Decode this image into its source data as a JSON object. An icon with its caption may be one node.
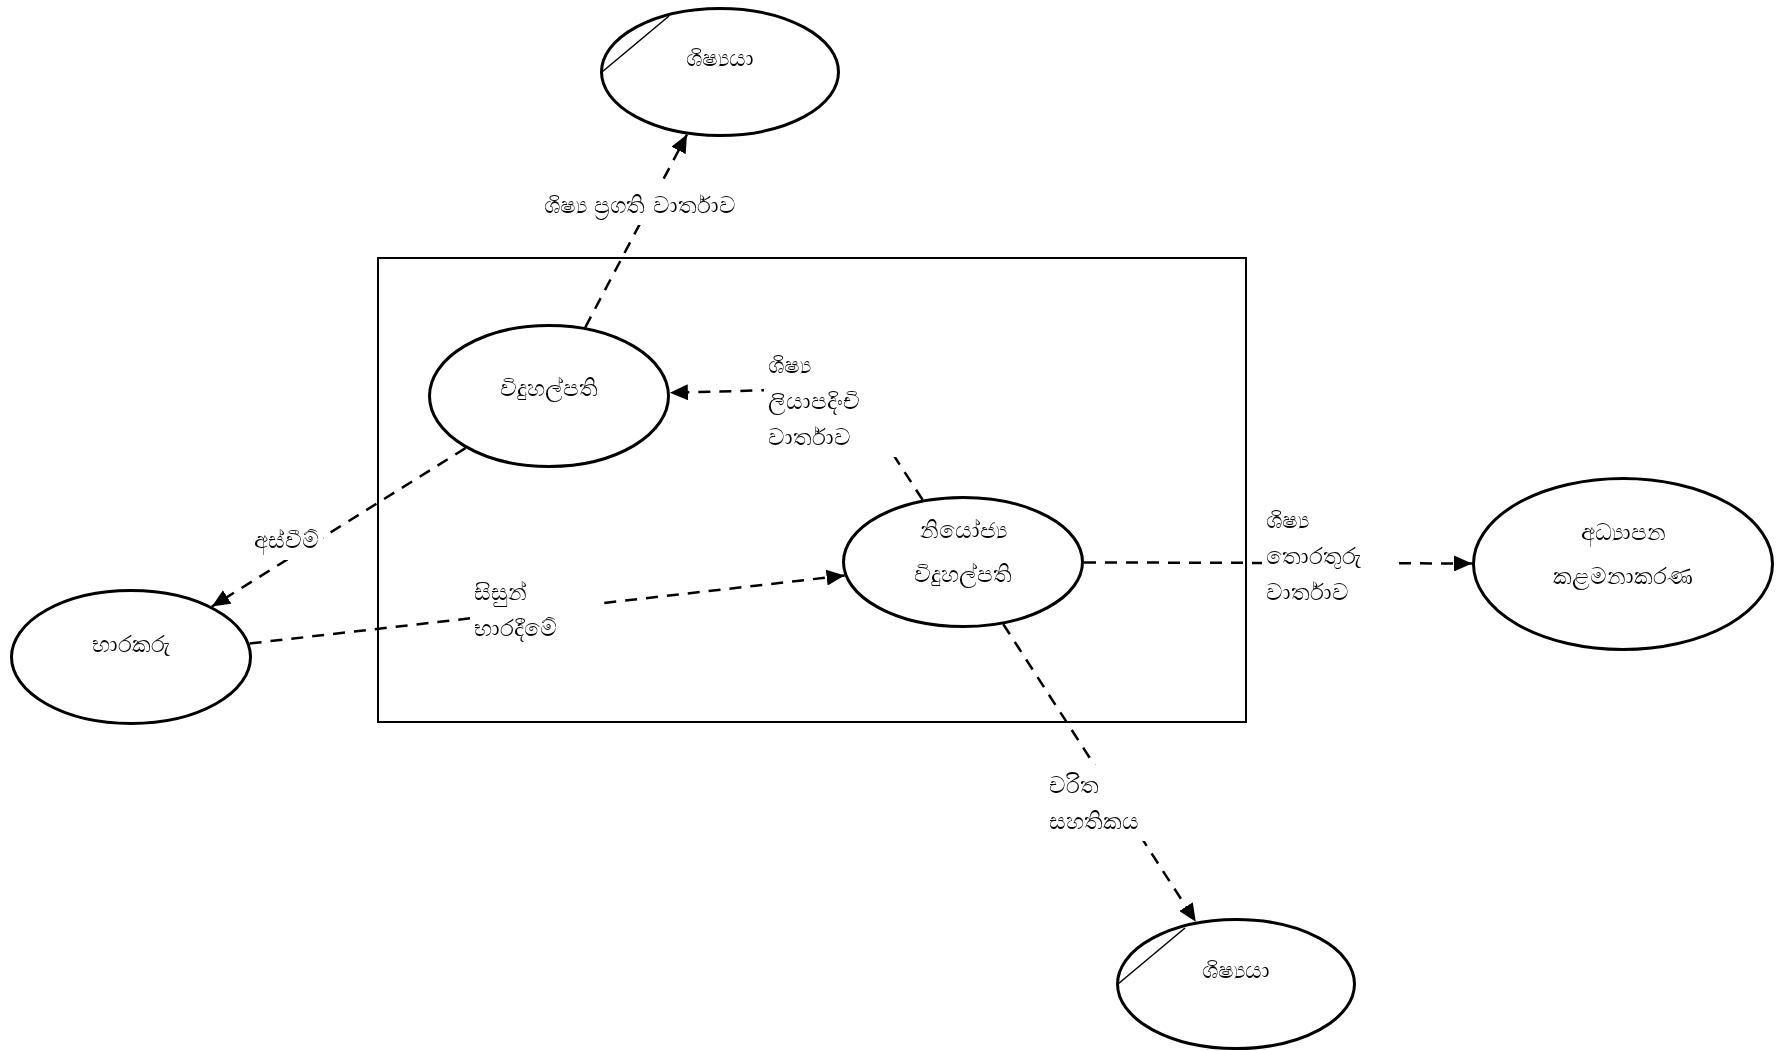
{
  "diagram": {
    "nodes": [
      {
        "text": [
          "ශිෂ්‍යයා"
        ]
      },
      {
        "text": [],
        "shape": "box"
      },
      {
        "text": [
          "විදුහල්පති"
        ],
        "in": 1
      },
      {
        "text": [
          "නියෝජ්‍ය විදුහල්පති"
        ],
        "in": 1
      },
      {
        "text": [
          "භාරකරු"
        ]
      },
      {
        "text": [
          "අධ්‍යාපන කළමනාකරණ"
        ]
      },
      {
        "text": [
          "ශිෂ්‍යයා"
        ]
      }
    ],
    "edges": [
      {
        "from": 2,
        "to": 0,
        "arrow": "to",
        "label": "ශිෂ්‍ය ප්‍රගති වාර්තාව",
        "style": "dashed"
      },
      {
        "from": 3,
        "to": 2,
        "arrow": "to",
        "label": "ශිෂ්‍ය ලියාපදිංචි වාර්තාව",
        "style": "dashed"
      },
      {
        "from": 2,
        "to": 4,
        "arrow": "to",
        "label": "අස්වීම්",
        "style": "dashed"
      },
      {
        "from": 4,
        "to": 3,
        "arrow": "to",
        "label": "සිසුන් භාරදීමේ",
        "style": "dashed"
      },
      {
        "from": 3,
        "to": 5,
        "arrow": "to",
        "label": "ශිෂ්‍ය තොරතුරු වාර්තාව",
        "style": "dashed"
      },
      {
        "from": 3,
        "to": 6,
        "arrow": "to",
        "label": "චරිත සහතිකය",
        "style": "dashed"
      }
    ]
  }
}
